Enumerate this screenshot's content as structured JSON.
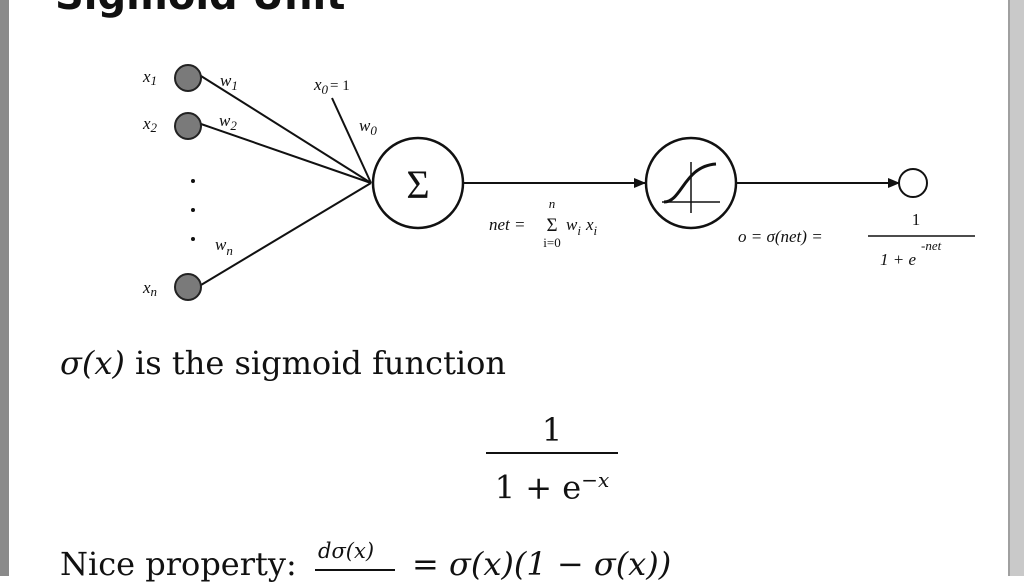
{
  "slide_title": "Sigmoid Unit",
  "diagram": {
    "inputs": [
      {
        "label": "x",
        "sub": "1",
        "weight": "w",
        "weight_sub": "1"
      },
      {
        "label": "x",
        "sub": "2",
        "weight": "w",
        "weight_sub": "2"
      },
      {
        "label": "x",
        "sub": "n",
        "weight": "w",
        "weight_sub": "n"
      }
    ],
    "bias_input": {
      "label": "x",
      "sub": "0",
      "value": "= 1",
      "weight": "w",
      "weight_sub": "0"
    },
    "sum_symbol": "Σ",
    "net_formula": {
      "lhs": "net =",
      "sigma": "Σ",
      "upper": "n",
      "lower": "i=0",
      "term_w": "w",
      "term_w_sub": "i",
      "term_x": "x",
      "term_x_sub": "i"
    },
    "output_formula": {
      "lhs": "o = σ(net) =",
      "numerator": "1",
      "denominator_base": "1 + e",
      "denominator_exp": "-net"
    }
  },
  "caption": {
    "math": "σ(x)",
    "text": " is the sigmoid function"
  },
  "sigmoid_fraction": {
    "numerator": "1",
    "denominator_base": "1 + e",
    "denominator_exp": "−x"
  },
  "nice_property": {
    "label": "Nice property:",
    "derivative_num": "dσ(x)",
    "rhs": "= σ(x)(1 − σ(x))"
  }
}
